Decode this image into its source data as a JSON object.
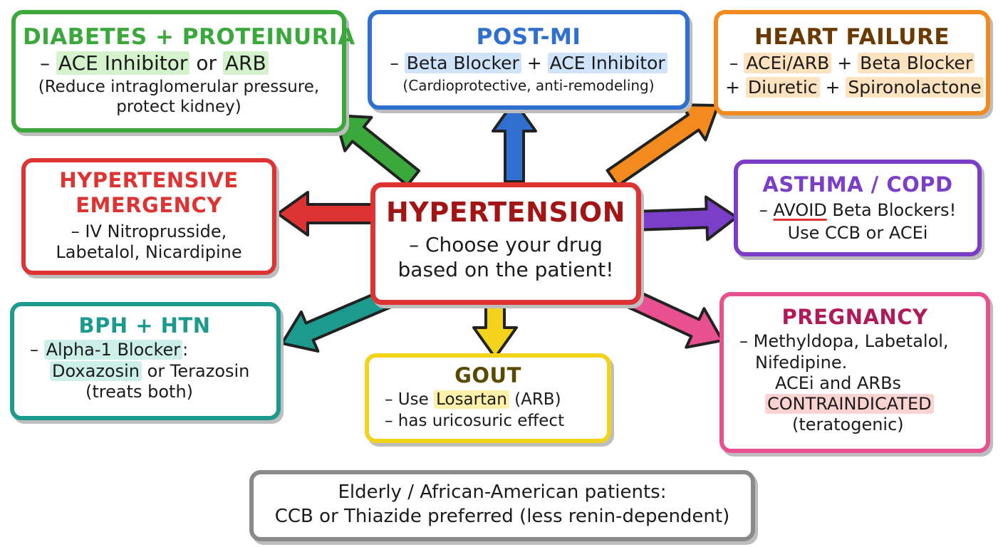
{
  "colors": {
    "green": "#3aa83a",
    "blue": "#2f6fd0",
    "orange": "#f28a1e",
    "red": "#dd3333",
    "purple": "#7a3ec9",
    "teal": "#1c9a8e",
    "yellow": "#f2d21a",
    "pink": "#e8508f",
    "gray": "#8a8a8a",
    "hl_green": "#d4f2cc",
    "hl_blue": "#cfe3fb",
    "hl_orange": "#fde2bf",
    "hl_pink": "#fbd3d3",
    "hl_teal": "#cdefe9",
    "hl_yellow": "#fdf0a8"
  },
  "center": {
    "title": "HYPERTENSION",
    "line1": "– Choose your drug",
    "line2": "based on the patient!"
  },
  "diabetes": {
    "title": "DIABETES + PROTEINURIA",
    "line1_pre": "– ",
    "line1_hl1": "ACE Inhibitor",
    "line1_mid": " or ",
    "line1_hl2": "ARB",
    "line2": "(Reduce intraglomerular pressure,",
    "line3": "protect kidney)"
  },
  "postmi": {
    "title": "POST-MI",
    "line1_pre": "– ",
    "line1_hl1": "Beta Blocker",
    "line1_mid": " + ",
    "line1_hl2": "ACE Inhibitor",
    "line2": "(Cardioprotective, anti-remodeling)"
  },
  "heartfailure": {
    "title": "HEART FAILURE",
    "line1_pre": "– ",
    "line1_hl1": "ACEi/ARB",
    "line1_mid": " + ",
    "line1_hl2": "Beta Blocker",
    "line2_pre": "+ ",
    "line2_hl1": "Diuretic",
    "line2_mid": " + ",
    "line2_hl2": "Spironolactone"
  },
  "emergency": {
    "title1": "HYPERTENSIVE",
    "title2": "EMERGENCY",
    "line1": "– IV Nitroprusside,",
    "line2": "Labetalol, Nicardipine"
  },
  "asthma": {
    "title": "ASTHMA / COPD",
    "line1_pre": "– ",
    "line1_hl": "AVOID",
    "line1_post": " Beta Blockers!",
    "line2": "Use CCB or ACEi"
  },
  "bph": {
    "title": "BPH + HTN",
    "line1_pre": "– ",
    "line1_hl": "Alpha-1 Blocker",
    "line1_post": ":",
    "line2_hl": "Doxazosin",
    "line2_post": " or Terazosin",
    "line3": "(treats both)"
  },
  "gout": {
    "title": "GOUT",
    "line1_pre": "– Use ",
    "line1_hl": "Losartan",
    "line1_post": " (ARB)",
    "line2": "– has uricosuric effect"
  },
  "pregnancy": {
    "title": "PREGNANCY",
    "line1": "– Methyldopa, Labetalol,",
    "line2": "Nifedipine.",
    "line3": "ACEi and ARBs",
    "line4": "CONTRAINDICATED",
    "line5": "(teratogenic)"
  },
  "elderly": {
    "line1": "Elderly / African-American patients:",
    "line2": "CCB or Thiazide preferred (less renin-dependent)"
  }
}
